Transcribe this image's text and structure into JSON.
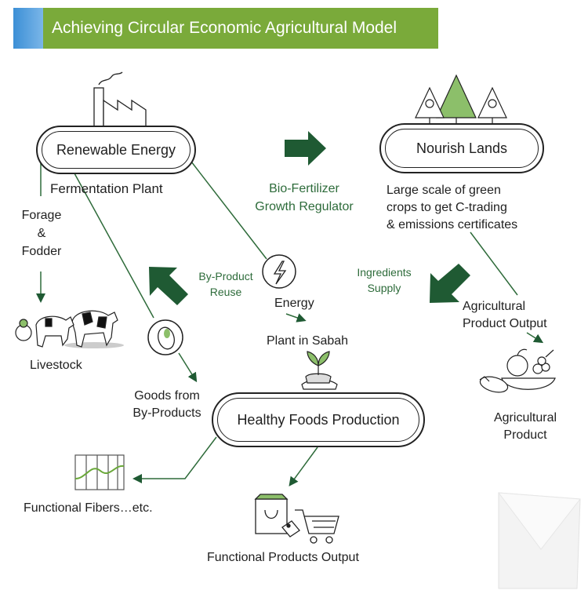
{
  "title": "Achieving Circular Economic Agricultural Model",
  "nodes": {
    "renewable_energy": "Renewable Energy",
    "nourish_lands": "Nourish Lands",
    "healthy_foods": "Healthy Foods Production"
  },
  "labels": {
    "fermentation_plant": "Fermentation Plant",
    "bio_fertilizer": "Bio-Fertilizer",
    "growth_regulator": "Growth Regulator",
    "large_scale_1": "Large scale of green",
    "large_scale_2": "crops to get C-trading",
    "large_scale_3": "& emissions certificates",
    "forage": "Forage",
    "amp": "&",
    "fodder": "Fodder",
    "livestock": "Livestock",
    "by_product": "By-Product",
    "reuse": "Reuse",
    "energy": "Energy",
    "plant_in_sabah": "Plant in Sabah",
    "ingredients": "Ingredients",
    "supply": "Supply",
    "agri_output_1": "Agricultural",
    "agri_output_2": "Product Output",
    "agri_product_1": "Agricultural",
    "agri_product_2": "Product",
    "goods_1": "Goods from",
    "goods_2": "By-Products",
    "functional_fibers": "Functional Fibers…etc.",
    "functional_products": "Functional Products Output"
  },
  "colors": {
    "title_bar": "#7aaa3a",
    "title_accent": "#3c8fd6",
    "arrow_green": "#1f5a33",
    "text_green": "#2d6b3a",
    "line": "#2e6b3a"
  },
  "icons": [
    "factory-icon",
    "trees-icon",
    "cattle-icon",
    "lightning-icon",
    "bean-icon",
    "seedling-hand-icon",
    "fruit-bowl-icon",
    "fiber-chart-icon",
    "shopping-icon"
  ]
}
